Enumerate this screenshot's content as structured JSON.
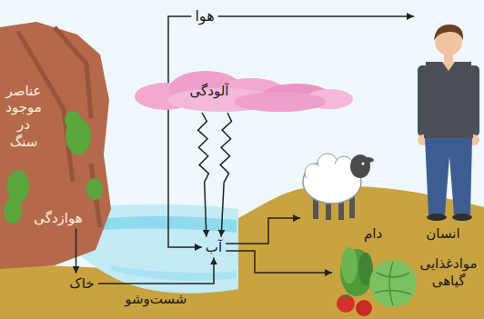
{
  "diagram": {
    "nodes": [
      {
        "text": [
          "هوا"
        ]
      },
      {
        "text": [
          "آلودگی"
        ]
      },
      {
        "text": [
          "عناصر موجود در سنگ"
        ]
      },
      {
        "text": [
          "هوازدگی"
        ]
      },
      {
        "text": [
          "آب"
        ]
      },
      {
        "text": [
          "دام"
        ]
      },
      {
        "text": [
          "انسان"
        ]
      },
      {
        "text": [
          "خاک"
        ]
      },
      {
        "text": [
          "موادغذایی گیاهی"
        ]
      }
    ],
    "edges": [
      {
        "from": 0,
        "to": 6,
        "arrow": "to"
      },
      {
        "from": 0,
        "to": 4,
        "arrow": "to"
      },
      {
        "from": 1,
        "to": 4,
        "arrow": "to"
      },
      {
        "from": 1,
        "to": 4,
        "arrow": "to"
      },
      {
        "from": 3,
        "to": 7,
        "arrow": "to"
      },
      {
        "from": 7,
        "to": 4,
        "label": "شست‌وشو",
        "arrow": "to"
      },
      {
        "from": 4,
        "to": 5,
        "arrow": "to"
      },
      {
        "from": 4,
        "to": 8,
        "arrow": "to"
      }
    ]
  }
}
